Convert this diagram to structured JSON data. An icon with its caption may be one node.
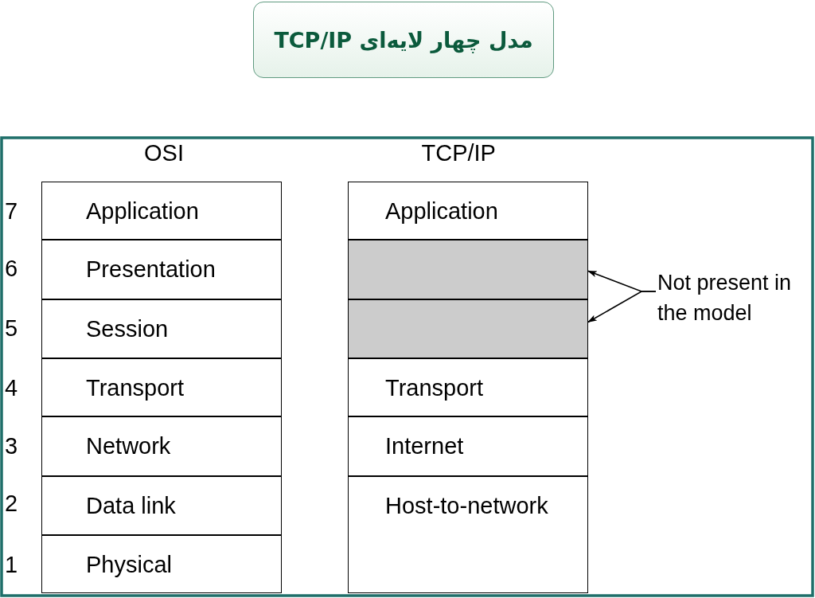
{
  "diagram": {
    "nodes": [
      {
        "text": [
          "مدل چهار لایه‌ای TCP/IP"
        ]
      },
      {
        "text": [
          "Application"
        ]
      },
      {
        "text": [
          "Presentation"
        ]
      },
      {
        "text": [
          "Session"
        ]
      },
      {
        "text": [
          "Transport"
        ]
      },
      {
        "text": [
          "Network"
        ]
      },
      {
        "text": [
          "Data link"
        ]
      },
      {
        "text": [
          "Physical"
        ]
      },
      {
        "text": [
          "Application"
        ]
      },
      {
        "text": [],
        "shape": "box"
      },
      {
        "text": [],
        "shape": "box"
      },
      {
        "text": [
          "Transport"
        ]
      },
      {
        "text": [
          "Internet"
        ]
      },
      {
        "text": [
          "Host-to-network"
        ]
      },
      {
        "text": [
          "Not present in the model"
        ]
      }
    ],
    "edges": [
      {
        "from": 14,
        "to": 9,
        "arrow": "to"
      },
      {
        "from": 14,
        "to": 10,
        "arrow": "to"
      }
    ],
    "labels": [
      "OSI",
      "TCP/IP",
      "7",
      "6",
      "5",
      "4",
      "3",
      "2",
      "1"
    ]
  }
}
